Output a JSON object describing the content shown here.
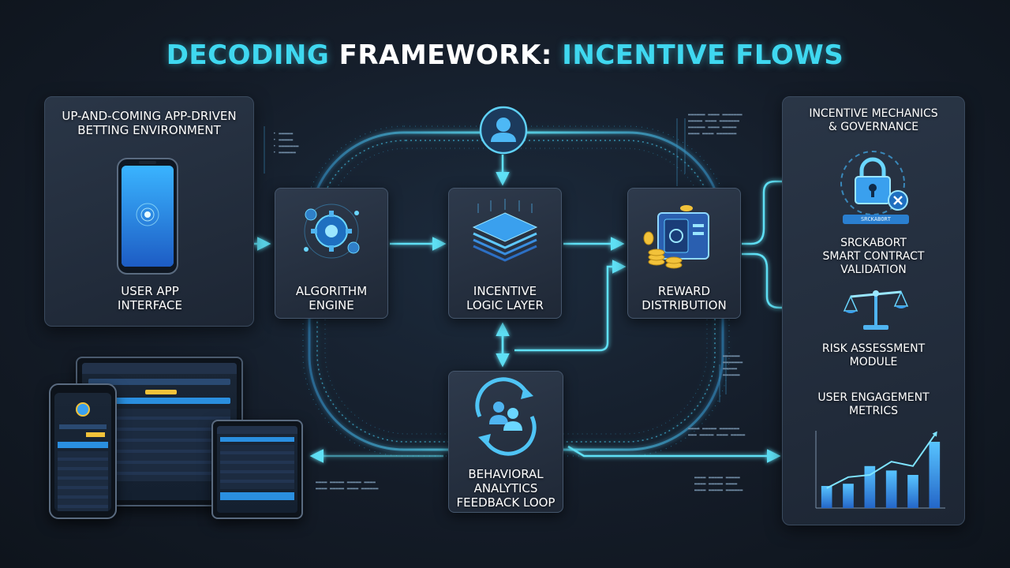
{
  "title": {
    "part1": "DECODING ",
    "part2": "FRAMEWORK: ",
    "part3": "INCENTIVE FLOWS"
  },
  "left_panel": {
    "heading_line1": "UP-AND-COMING APP-DRIVEN",
    "heading_line2": "BETTING ENVIRONMENT",
    "label_line1": "USER APP",
    "label_line2": "INTERFACE"
  },
  "nodes": {
    "algorithm": {
      "line1": "ALGORITHM",
      "line2": "ENGINE"
    },
    "incentive": {
      "line1": "INCENTIVE",
      "line2": "LOGIC LAYER"
    },
    "reward": {
      "line1": "REWARD",
      "line2": "DISTRIBUTION"
    },
    "behavioral": {
      "line1": "BEHAVIORAL",
      "line2": "ANALYTICS",
      "line3": "FEEDBACK LOOP"
    }
  },
  "right_panel": {
    "heading_line1": "INCENTIVE MECHANICS",
    "heading_line2": "& GOVERNANCE",
    "lock_badge": "SRCKABORT",
    "contract_line1": "SRCKABORT",
    "contract_line2": "SMART CONTRACT",
    "contract_line3": "VALIDATION",
    "risk_line1": "RISK ASSESSMENT",
    "risk_line2": "MODULE",
    "metrics_line1": "USER ENGAGEMENT",
    "metrics_line2": "METRICS"
  },
  "chart_data": {
    "type": "bar",
    "categories": [
      "",
      "",
      "",
      "",
      "",
      ""
    ],
    "values": [
      20,
      22,
      38,
      34,
      30,
      60
    ],
    "trend": [
      18,
      28,
      30,
      42,
      38,
      66
    ],
    "ylim": [
      0,
      70
    ],
    "ytick_labels": [
      "",
      "",
      "",
      ""
    ]
  },
  "colors": {
    "accent": "#3fd8f0",
    "flow": "#4fd4ee",
    "bar": "#3a9bef",
    "panel": "#222d3c"
  },
  "icons": {
    "user": "user-avatar-icon",
    "algorithm": "gears-icon",
    "incentive": "layered-chip-icon",
    "reward": "vault-coins-icon",
    "behavioral": "cycle-people-icon",
    "lock": "lock-icon",
    "scale": "balance-scale-icon"
  }
}
